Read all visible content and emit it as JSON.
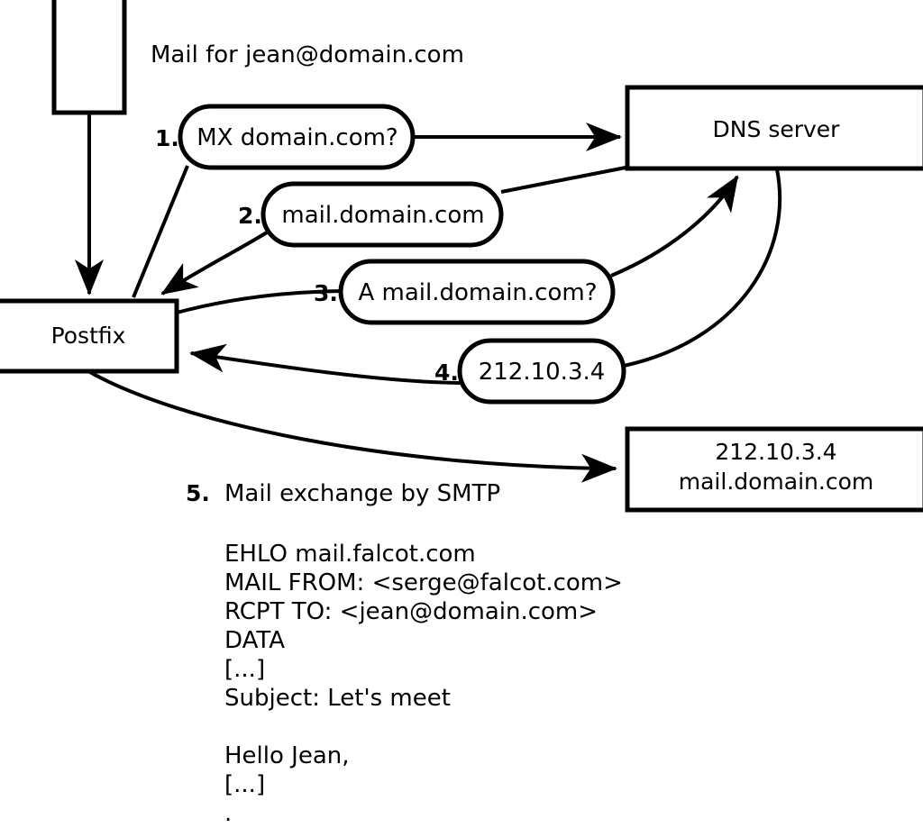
{
  "title": "Mail for jean@domain.com",
  "nodes": {
    "source_box_label": "",
    "postfix_label": "Postfix",
    "dns_label": "DNS server",
    "mailserver_line1": "212.10.3.4",
    "mailserver_line2": "mail.domain.com"
  },
  "steps": [
    {
      "num": "1.",
      "label": "MX domain.com?"
    },
    {
      "num": "2.",
      "label": "mail.domain.com"
    },
    {
      "num": "3.",
      "label": "A mail.domain.com?"
    },
    {
      "num": "4.",
      "label": "212.10.3.4"
    }
  ],
  "step5": {
    "num": "5.",
    "label": "Mail exchange by SMTP"
  },
  "transcript": [
    "EHLO mail.falcot.com",
    "MAIL FROM: <serge@falcot.com>",
    "RCPT TO: <jean@domain.com>",
    "DATA",
    "[...]",
    "Subject: Let's meet",
    "",
    "Hello Jean,",
    "[...]",
    "."
  ],
  "colors": {
    "stroke": "#000000",
    "fill": "#ffffff",
    "text": "#000000"
  }
}
